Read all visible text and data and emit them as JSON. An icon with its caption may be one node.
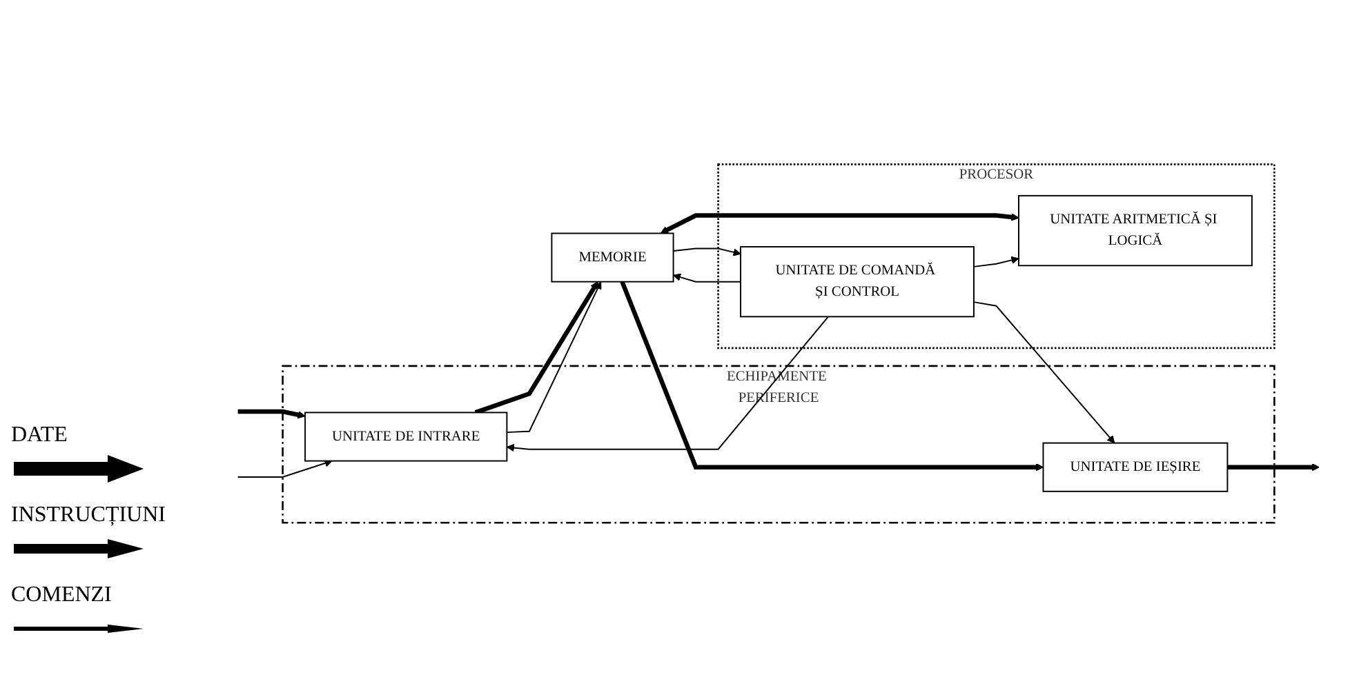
{
  "diagram": {
    "nodes": [
      {
        "text": [
          "ECHIPAMENTE PERIFERICE"
        ]
      },
      {
        "text": [
          "UNITATE DE INTRARE"
        ],
        "in": 0
      },
      {
        "text": [
          "MEMORIE"
        ]
      },
      {
        "text": [
          "UNITATE DE IEȘIRE"
        ],
        "in": 0
      },
      {
        "text": [
          "PROCESOR"
        ]
      },
      {
        "text": [
          "UNITATE DE COMANDĂ ȘI CONTROL"
        ],
        "in": 4
      },
      {
        "text": [
          "UNITATE ARITMETICĂ ȘI LOGICĂ"
        ],
        "in": 4
      }
    ],
    "edges": [
      {
        "from": null,
        "to": 1,
        "arrow": "to",
        "style": "thick"
      },
      {
        "from": null,
        "to": 1,
        "arrow": "to"
      },
      {
        "from": 1,
        "to": 2,
        "arrow": "to",
        "style": "thick"
      },
      {
        "from": 1,
        "to": 2,
        "arrow": "to"
      },
      {
        "from": 2,
        "to": 3,
        "arrow": "to",
        "style": "thick"
      },
      {
        "from": 3,
        "to": null,
        "arrow": "to",
        "style": "thick"
      },
      {
        "from": 2,
        "to": 5,
        "arrow": "to"
      },
      {
        "from": 2,
        "to": 6,
        "arrow": "both",
        "style": "thick"
      },
      {
        "from": 5,
        "to": 1,
        "arrow": "to"
      },
      {
        "from": 5,
        "to": 2,
        "arrow": "to"
      },
      {
        "from": 5,
        "to": 6,
        "arrow": "to"
      },
      {
        "from": 5,
        "to": 3,
        "arrow": "to"
      }
    ],
    "legend": [
      {
        "text": "DATE"
      },
      {
        "text": "INSTRUCȚIUNI"
      },
      {
        "text": "COMENZI"
      }
    ]
  }
}
